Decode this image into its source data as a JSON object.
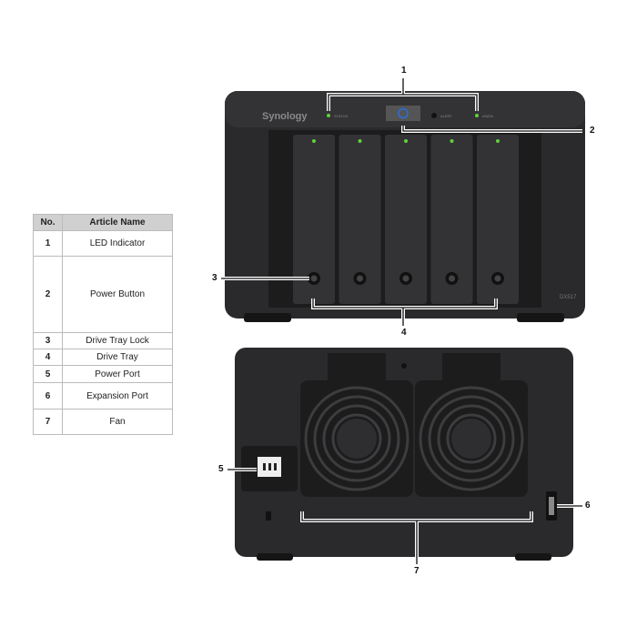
{
  "table": {
    "headers": [
      "No.",
      "Article Name"
    ],
    "rows": [
      {
        "no": "1",
        "name": "LED Indicator"
      },
      {
        "no": "2",
        "name": "Power Button"
      },
      {
        "no": "3",
        "name": "Drive Tray Lock"
      },
      {
        "no": "4",
        "name": "Drive Tray"
      },
      {
        "no": "5",
        "name": "Power Port"
      },
      {
        "no": "6",
        "name": "Expansion Port"
      },
      {
        "no": "7",
        "name": "Fan"
      }
    ]
  },
  "device": {
    "brand": "Synology",
    "model": "DX517",
    "led_labels": [
      "STATUS",
      "ALERT",
      "eSATA"
    ],
    "led_color": "#5fd13a",
    "power_color": "#2a6fd6"
  },
  "callouts": [
    "1",
    "2",
    "3",
    "4",
    "5",
    "6",
    "7"
  ]
}
